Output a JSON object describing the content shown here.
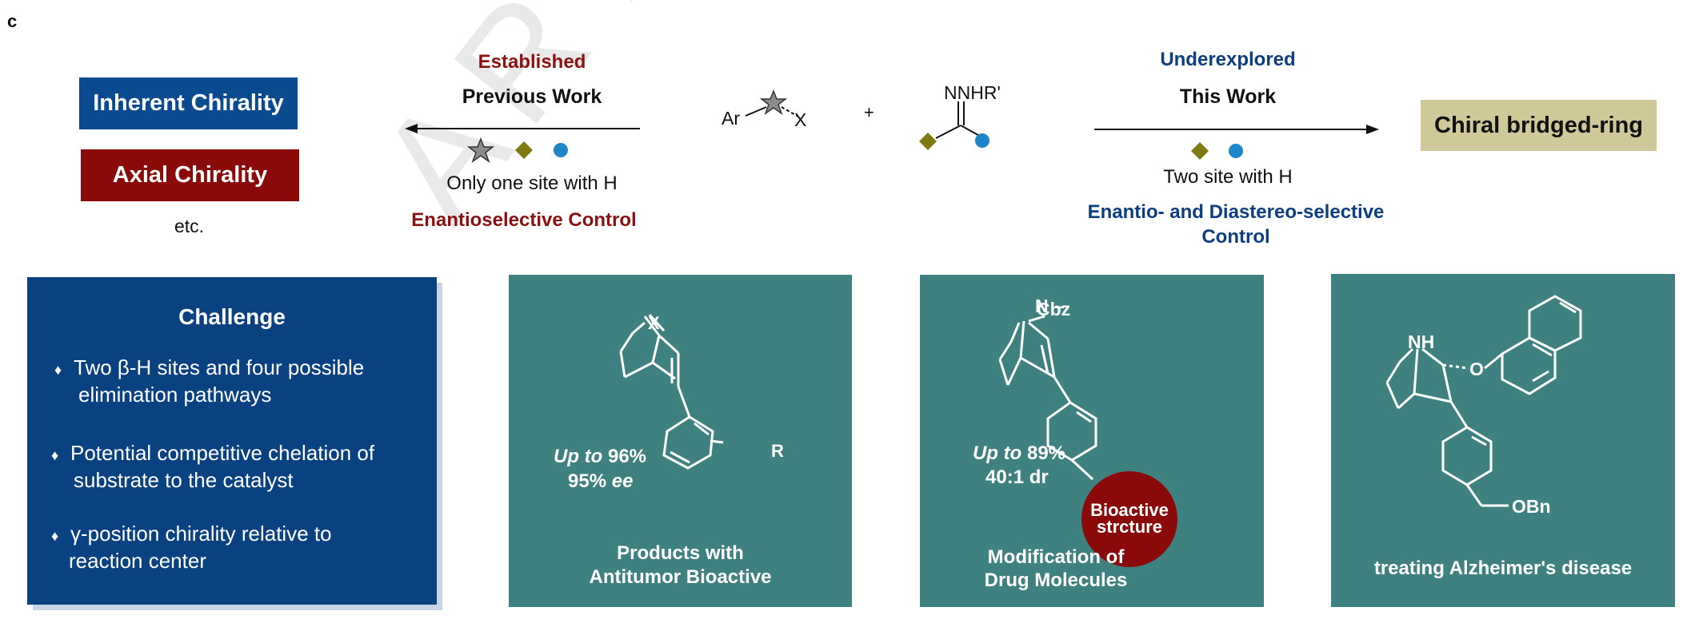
{
  "panel_label": "c",
  "watermark": "ARTICLE IN PRESS",
  "left_tags": {
    "inherent": "Inherent Chirality",
    "axial": "Axial Chirality",
    "etc": "etc."
  },
  "previous": {
    "status": "Established",
    "title": "Previous Work",
    "note": "Only one site with H",
    "control": "Enantioselective Control"
  },
  "reactants": {
    "ar": "Ar",
    "x": "X",
    "plus": "+",
    "hydrazone": "NNHR'"
  },
  "this_work": {
    "status": "Underexplored",
    "title": "This Work",
    "note": "Two site with H",
    "control_line1": "Enantio- and Diastereo-selective",
    "control_line2": "Control"
  },
  "product_tag": "Chiral bridged-ring",
  "challenge": {
    "title": "Challenge",
    "bullets": [
      {
        "line1": "Two β-H sites and four possible",
        "line2": "elimination pathways"
      },
      {
        "line1": "Potential competitive chelation of",
        "line2": "substrate to the catalyst"
      },
      {
        "line1": "γ-position chirality relative to",
        "line2": "reaction center"
      }
    ],
    "diamond": "♦"
  },
  "card1": {
    "atom_x": "X",
    "atom_r": "R",
    "up_to": "Up to",
    "yield": "96%",
    "ee_value": "95%",
    "ee": "ee",
    "caption1": "Products with",
    "caption2": "Antitumor Bioactive"
  },
  "card2": {
    "atom_n": "N",
    "cbz": "Cbz",
    "up_to": "Up to",
    "yield": "89%",
    "dr": "40:1 dr",
    "bio1": "Bioactive",
    "bio2": "strcture",
    "caption1": "Modification of",
    "caption2": "Drug Molecules"
  },
  "card3": {
    "nh": "NH",
    "o": "O",
    "obn": "OBn",
    "caption": "treating Alzheimer's disease"
  },
  "colors": {
    "blue": "#0a4a8e",
    "red": "#8a0a0a",
    "teal": "#3f8080",
    "olive": "#7d7a10",
    "cyan": "#1d86c8",
    "khaki": "#cfc898"
  },
  "icons": [
    "star-icon",
    "diamond-icon",
    "circle-icon"
  ]
}
